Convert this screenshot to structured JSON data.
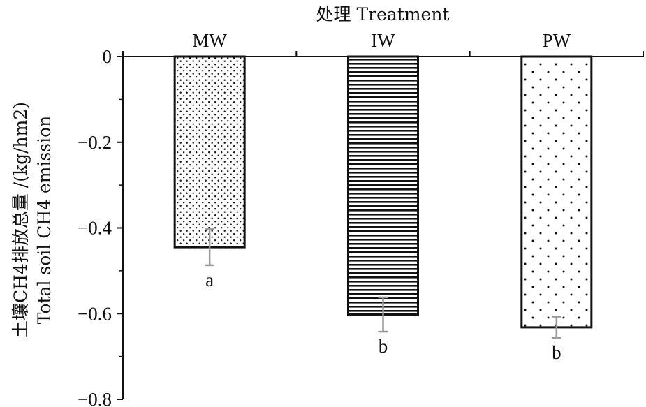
{
  "chart_data": {
    "type": "bar",
    "orientation": "vertical-down",
    "x_axis_position": "top",
    "title": "",
    "xlabel": "处理 Treatment",
    "ylabel_line1": "土壤CH4排放总量 /(kg/hm2)",
    "ylabel_line2": "Total soil CH4 emission",
    "categories": [
      "MW",
      "IW",
      "PW"
    ],
    "values": [
      -0.445,
      -0.602,
      -0.632
    ],
    "errors": [
      0.042,
      0.04,
      0.025
    ],
    "significance": [
      "a",
      "b",
      "b"
    ],
    "patterns": [
      "dense-dots",
      "horizontal-lines",
      "sparse-dots"
    ],
    "ylim": [
      -0.8,
      0
    ],
    "yticks": [
      "0",
      "−0.2",
      "−0.4",
      "−0.6",
      "−0.8"
    ],
    "ytick_values": [
      0,
      -0.2,
      -0.4,
      -0.6,
      -0.8
    ],
    "grid": false,
    "legend": "none",
    "colors": {
      "bar_stroke": "#111111",
      "error_bar": "#999999",
      "axis": "#111111"
    }
  }
}
